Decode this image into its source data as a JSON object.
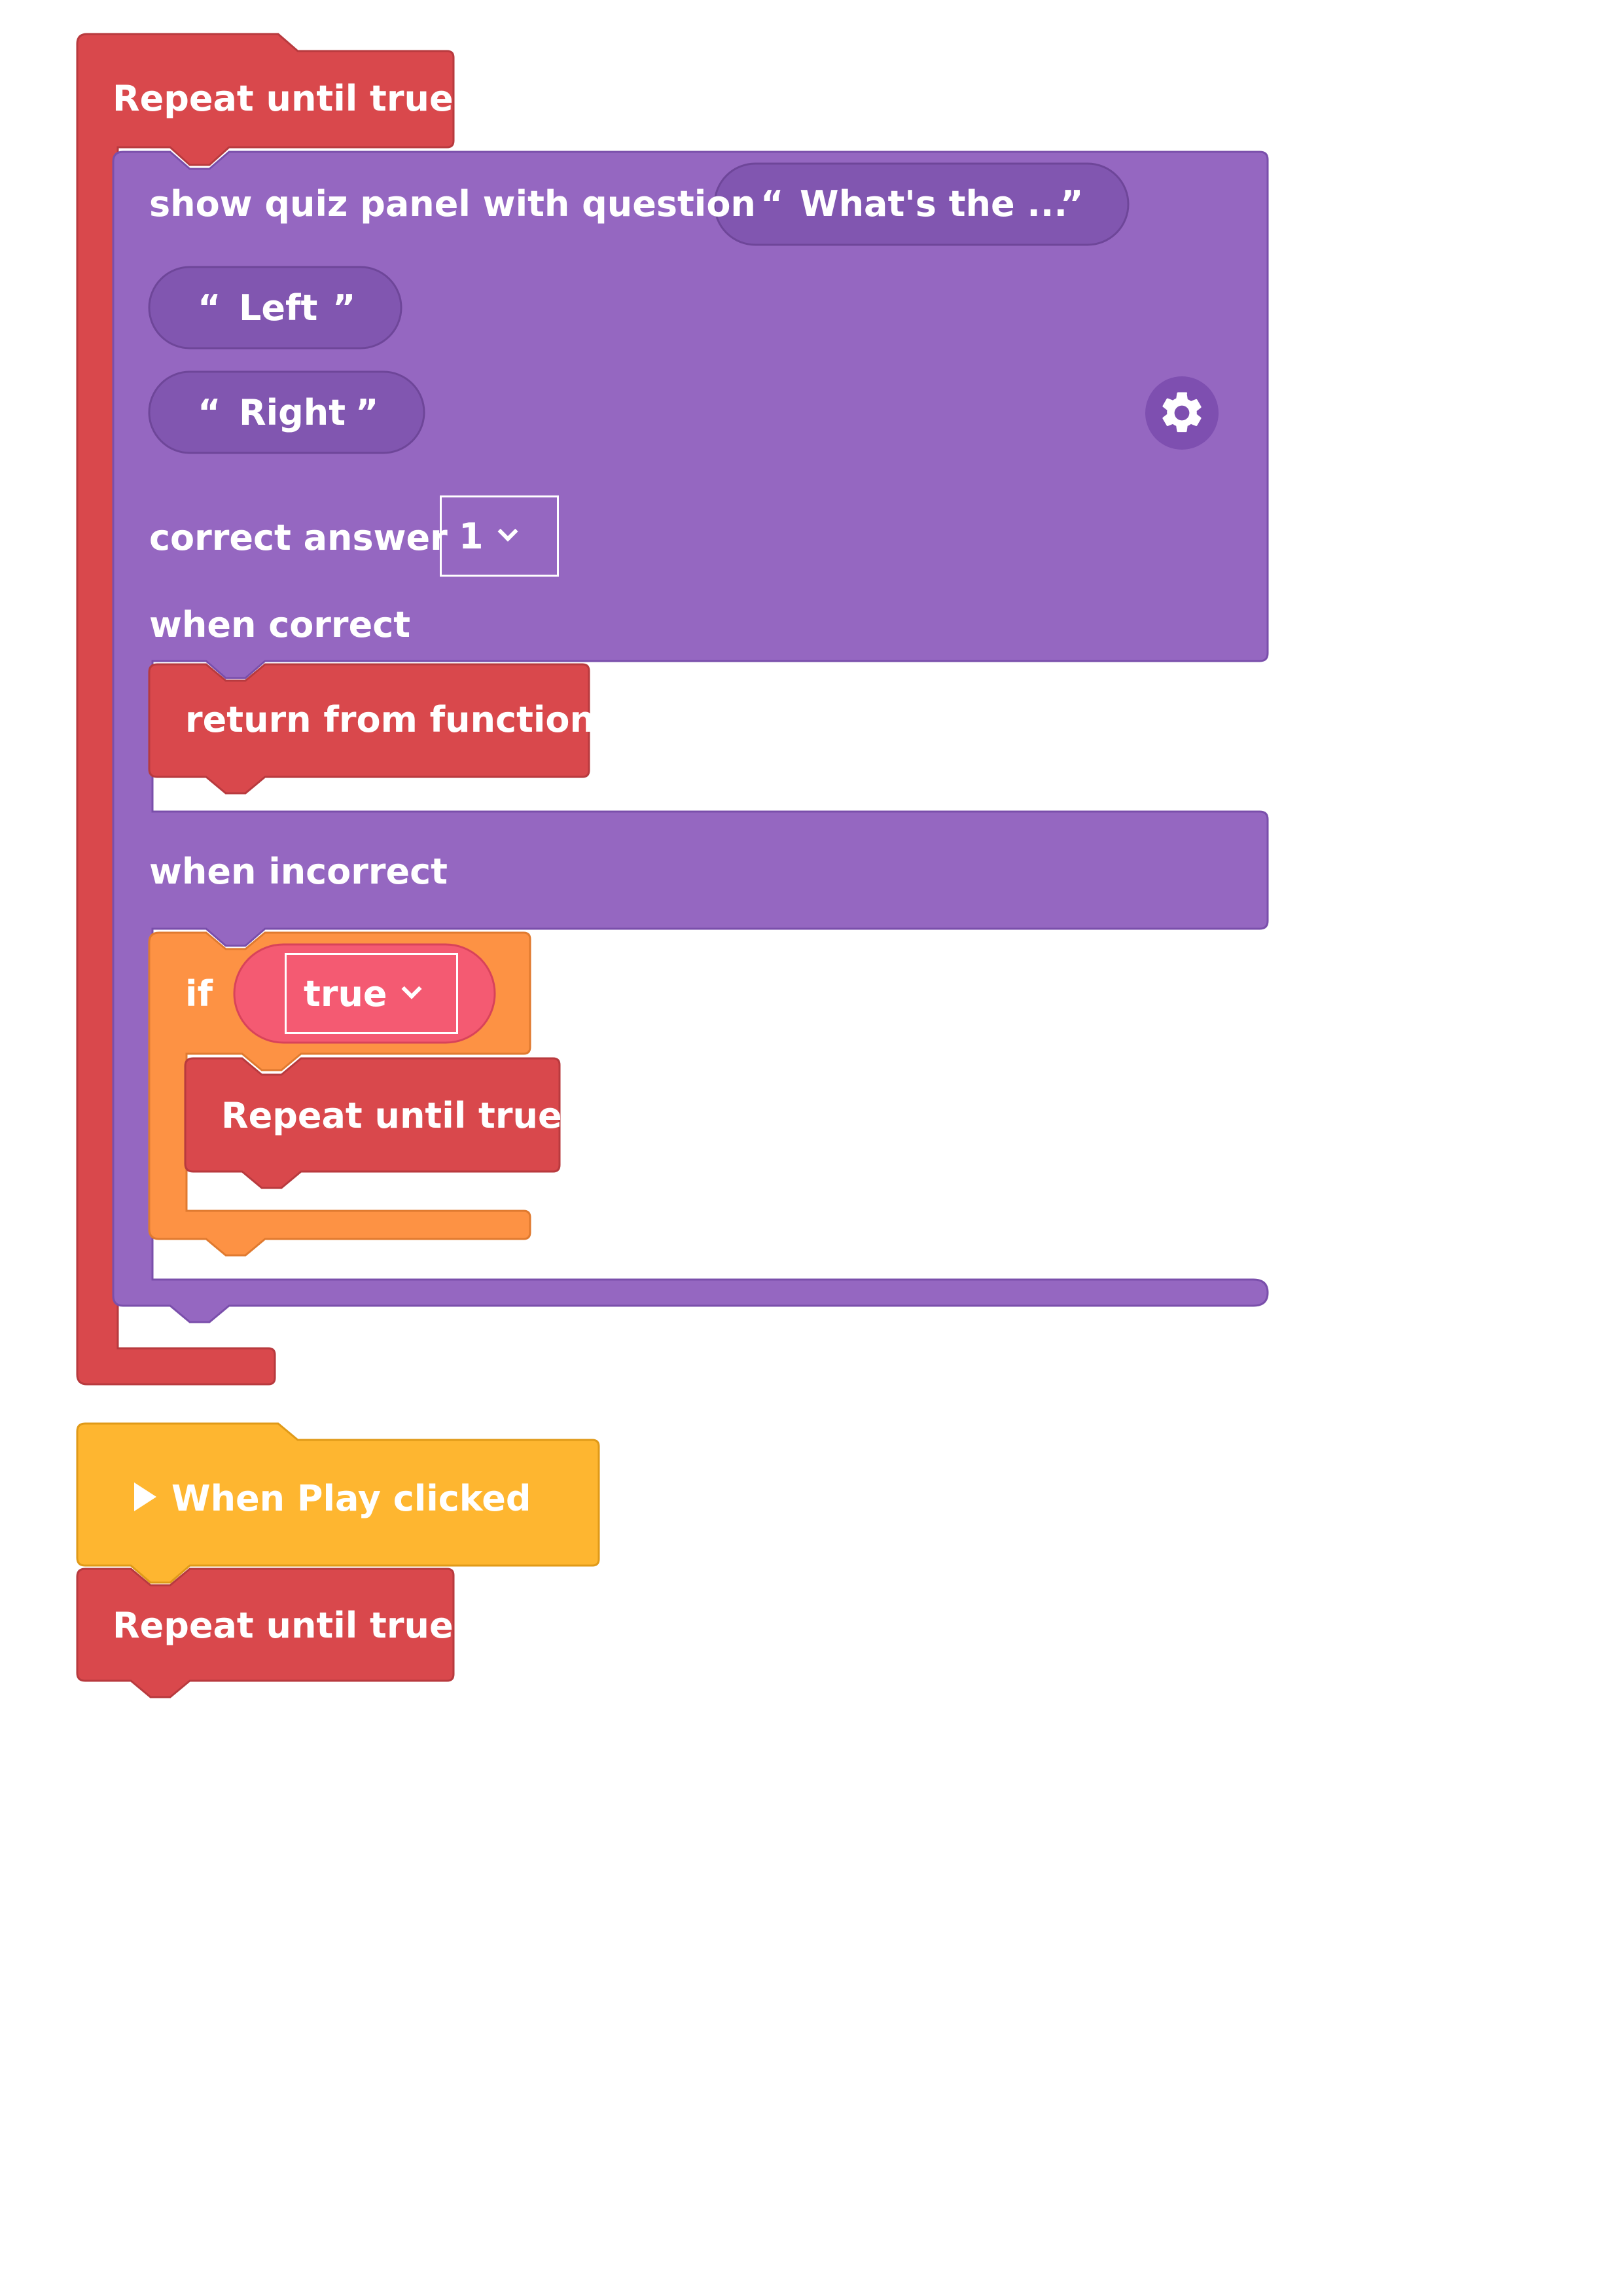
{
  "colors": {
    "control_red": "#d9484c",
    "quiz_purple": "#9567c1",
    "string_purple": "#8156b0",
    "if_orange": "#fd9244",
    "boolean_pink": "#f45a72",
    "event_yellow": "#feb630"
  },
  "outer_repeat": {
    "label": "Repeat until true"
  },
  "quiz": {
    "label": "show quiz panel with question",
    "question": "What's the ...",
    "options": [
      "Left",
      "Right"
    ],
    "correct_answer_label": "correct answer",
    "correct_answer_value": "1",
    "when_correct_label": "when correct",
    "when_incorrect_label": "when incorrect",
    "settings_icon": "gear-icon"
  },
  "return_block": {
    "label": "return from function"
  },
  "if_block": {
    "label": "if",
    "condition": "true"
  },
  "inner_repeat": {
    "label": "Repeat until true"
  },
  "event_block": {
    "label": "When Play clicked",
    "icon": "play-icon"
  },
  "bottom_repeat": {
    "label": "Repeat until true"
  },
  "quote_open": "“",
  "quote_close": "”"
}
